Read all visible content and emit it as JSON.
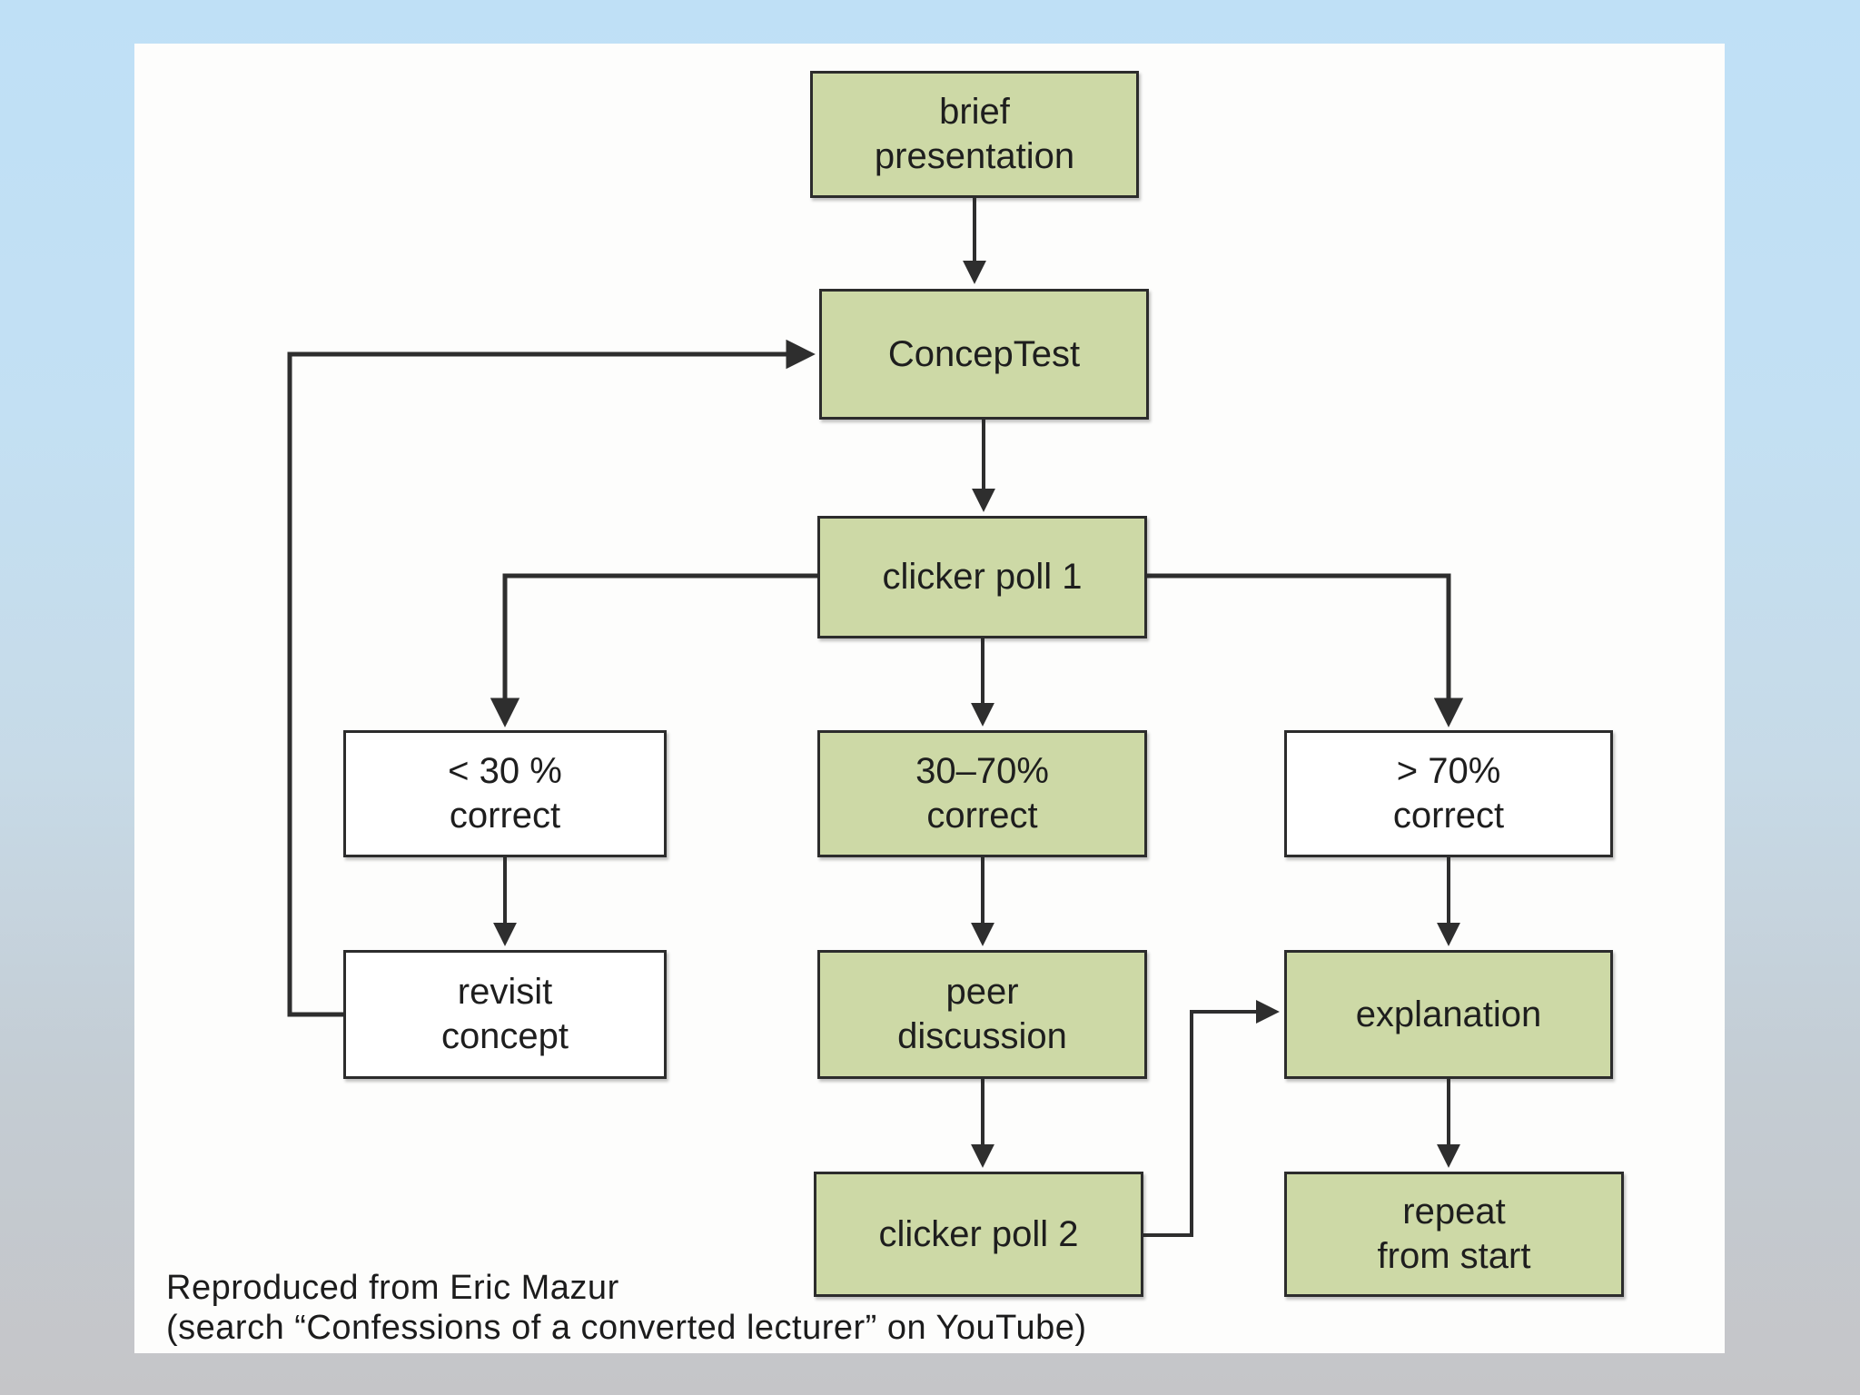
{
  "colors": {
    "node_green": "#cdd9a6",
    "node_white": "#ffffff",
    "node_border": "#2c2c2c",
    "arrow": "#2e2e2e",
    "panel": "#fdfdfc",
    "background_top": "#bfe0f6",
    "background_bottom": "#c5c5c8"
  },
  "diagram": {
    "nodes": [
      {
        "id": "brief-presentation",
        "label": "brief\npresentation",
        "fill": "#cdd9a6"
      },
      {
        "id": "conceptest",
        "label": "ConcepTest",
        "fill": "#cdd9a6"
      },
      {
        "id": "clicker-poll-1",
        "label": "clicker poll 1",
        "fill": "#cdd9a6"
      },
      {
        "id": "lt-30-correct",
        "label": "< 30 %\ncorrect",
        "fill": "#ffffff"
      },
      {
        "id": "30-70-correct",
        "label": "30–70%\ncorrect",
        "fill": "#cdd9a6"
      },
      {
        "id": "gt-70-correct",
        "label": "> 70%\ncorrect",
        "fill": "#ffffff"
      },
      {
        "id": "revisit-concept",
        "label": "revisit\nconcept",
        "fill": "#ffffff"
      },
      {
        "id": "peer-discussion",
        "label": "peer\ndiscussion",
        "fill": "#cdd9a6"
      },
      {
        "id": "explanation",
        "label": "explanation",
        "fill": "#cdd9a6"
      },
      {
        "id": "clicker-poll-2",
        "label": "clicker poll 2",
        "fill": "#cdd9a6"
      },
      {
        "id": "repeat-from-start",
        "label": "repeat\nfrom start",
        "fill": "#cdd9a6"
      }
    ],
    "caption": {
      "line1": "Reproduced from Eric Mazur",
      "line2": "(search “Confessions of a converted lecturer” on YouTube)"
    }
  }
}
